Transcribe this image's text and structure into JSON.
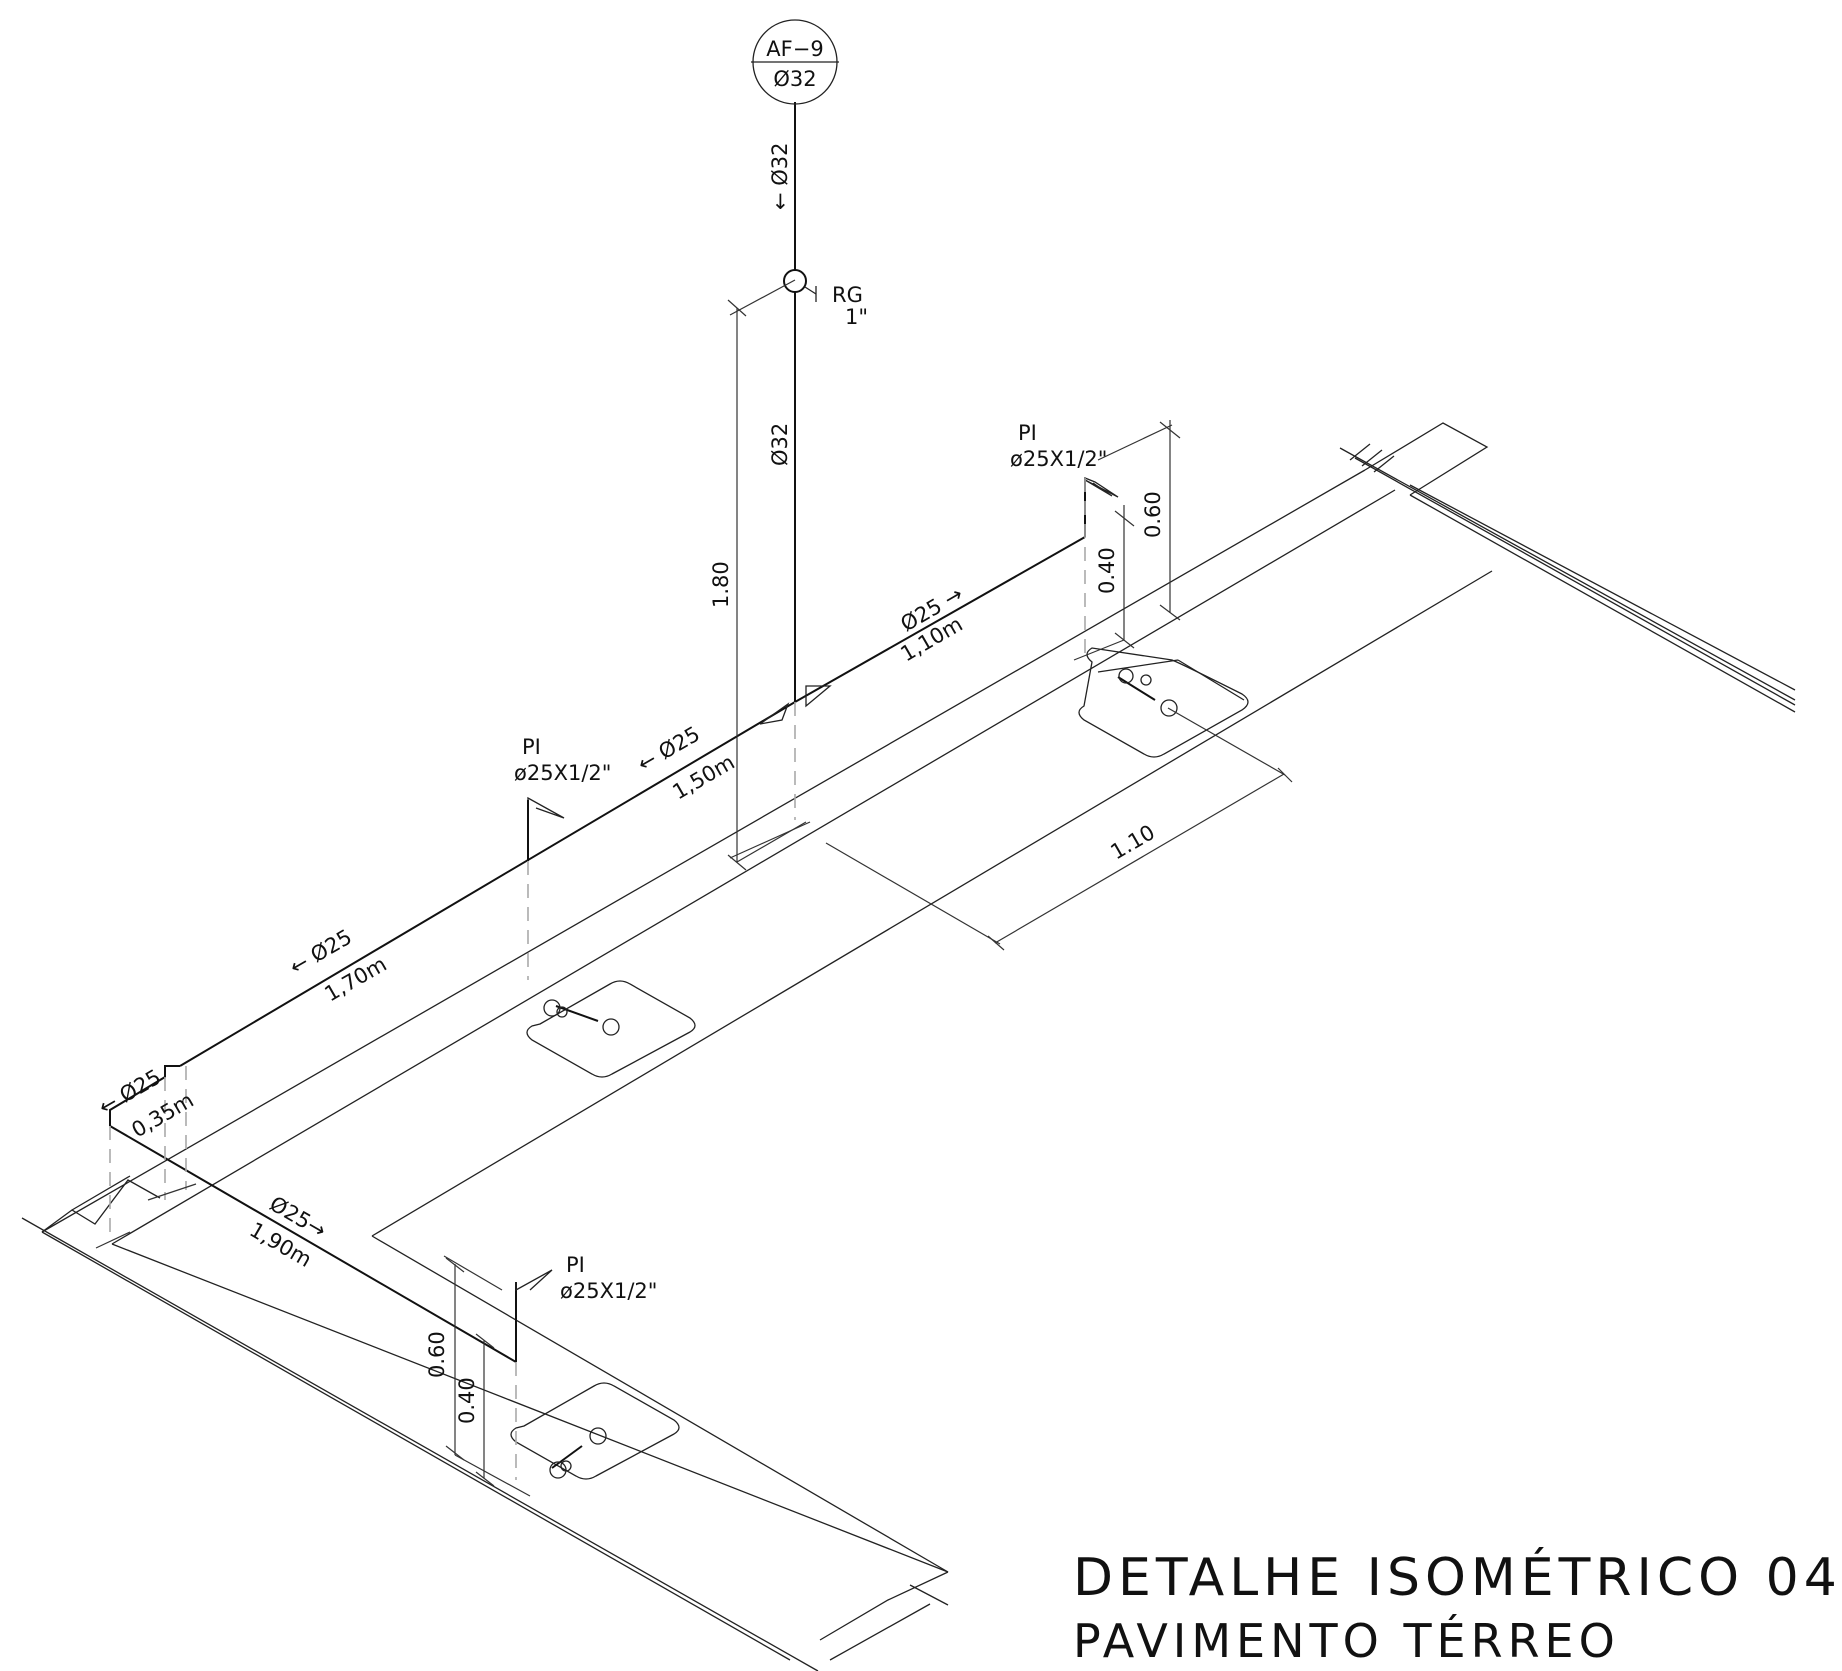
{
  "drawing": {
    "title": "DETALHE ISOMÉTRICO 04",
    "subtitle": "PAVIMENTO TÉRREO",
    "riser_tag": {
      "top": "AF−9",
      "bottom": "Ø32"
    },
    "valve": {
      "label": "RG",
      "size": "1\""
    },
    "pipe_labels": {
      "riser_upper": "← Ø32",
      "riser_lower": "Ø32",
      "right_diam": "Ø25 →",
      "right_len": "1,10m",
      "mid_diam": "← Ø25",
      "mid_len": "1,50m",
      "left_diam": "← Ø25",
      "left_len": "1,70m",
      "step_diam": "← Ø25",
      "step_len": "0,35m",
      "front_diam": "Ø25→",
      "front_len": "1,90m"
    },
    "outlets": [
      {
        "type": "PI",
        "spec": "ø25X1/2\""
      },
      {
        "type": "PI",
        "spec": "ø25X1/2\""
      },
      {
        "type": "PI",
        "spec": "ø25X1/2\""
      }
    ],
    "dimensions": {
      "riser_height": "1.80",
      "right_outer": "0.60",
      "right_inner": "0.40",
      "front_outer": "0.60",
      "front_inner": "0.40",
      "sink_spacing": "1.10"
    }
  }
}
